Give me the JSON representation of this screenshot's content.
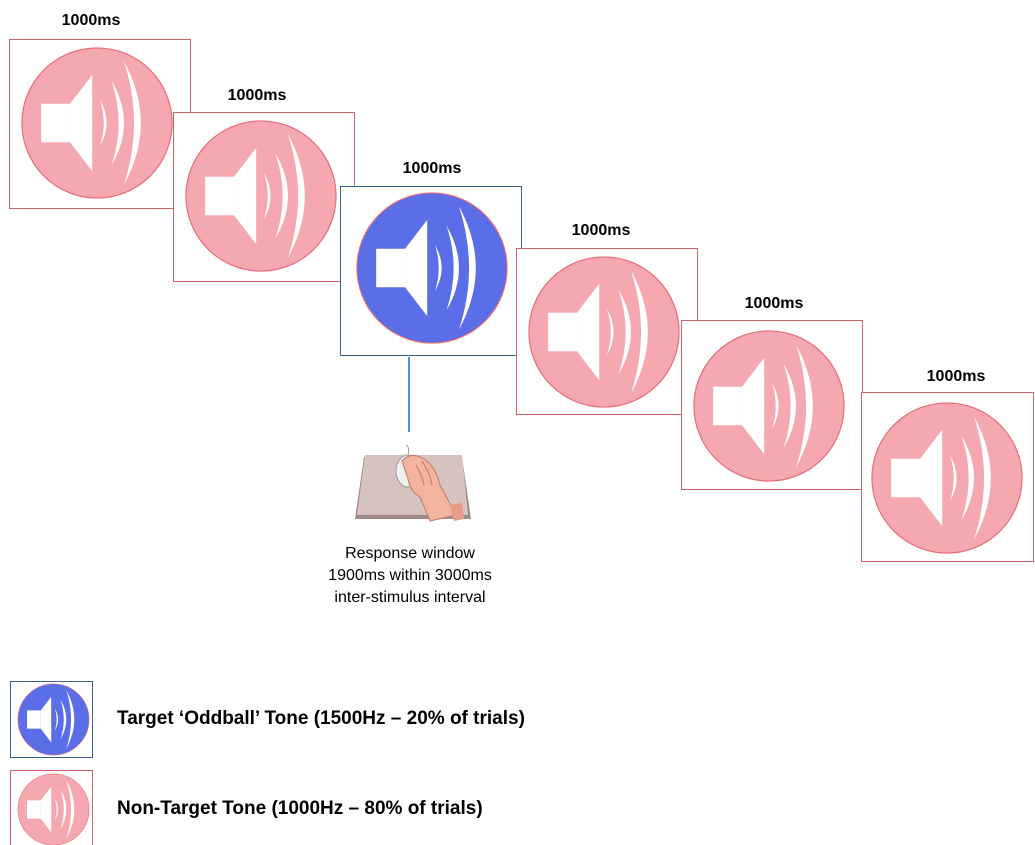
{
  "trial_sequence": {
    "stimuli": [
      {
        "duration_label": "1000ms",
        "type": "non-target"
      },
      {
        "duration_label": "1000ms",
        "type": "non-target"
      },
      {
        "duration_label": "1000ms",
        "type": "target"
      },
      {
        "duration_label": "1000ms",
        "type": "non-target"
      },
      {
        "duration_label": "1000ms",
        "type": "non-target"
      },
      {
        "duration_label": "1000ms",
        "type": "non-target"
      }
    ],
    "response_window": {
      "line1": "Response window",
      "line2": "1900ms within 3000ms",
      "line3": "inter-stimulus interval"
    }
  },
  "legend": {
    "target_label": "Target ‘Oddball’ Tone (1500Hz – 20% of trials)",
    "nontarget_label": "Non-Target Tone (1000Hz – 80% of trials)"
  },
  "colors": {
    "target": "#5a6ee8",
    "non_target": "#f6a8b0",
    "target_border": "#3a5f8f",
    "non_target_border": "#d0606a"
  },
  "icons": {
    "stimulus": "speaker-icon",
    "response": "mouse-hand-icon"
  }
}
